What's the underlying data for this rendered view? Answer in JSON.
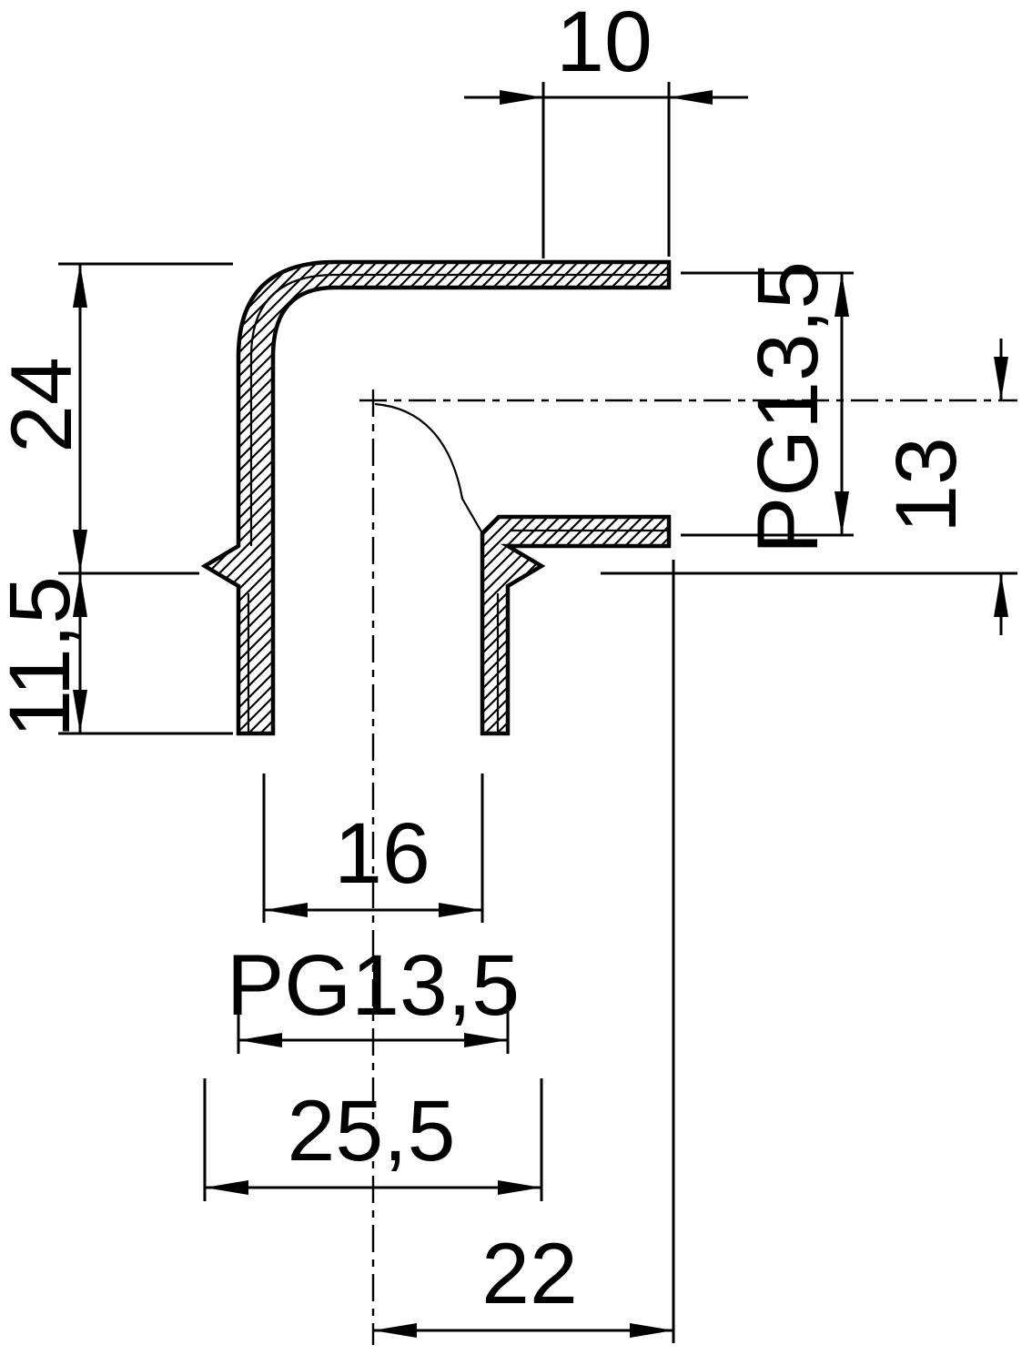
{
  "drawing": {
    "part_name": "90-degree elbow conduit fitting, sectional view",
    "background_color": "#ffffff",
    "line_color": "#000000",
    "dimensions": {
      "socket_length": "10",
      "body_height": "24",
      "lower_thread_length": "11,5",
      "socket_thread_size": "PG13,5",
      "axis_to_bottom": "13",
      "bore_diameter": "16",
      "male_thread_size": "PG13,5",
      "flange_width": "25,5",
      "axis_to_socket_face": "22"
    }
  }
}
